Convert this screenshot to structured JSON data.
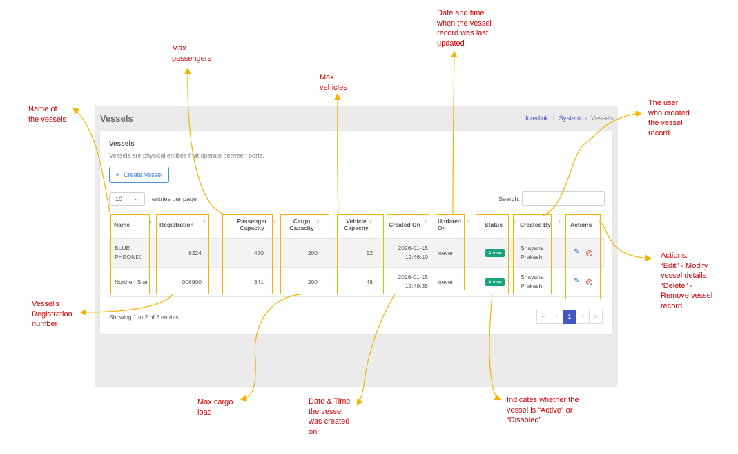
{
  "app": {
    "page_title": "Vessels",
    "breadcrumb": [
      "Interlink",
      "System",
      "Vessels"
    ],
    "card_title": "Vessels",
    "card_description": "Vessels are physical entities that operate between ports.",
    "create_button": "Create Vessel",
    "entries_value": "10",
    "entries_label": "entries per page",
    "search_label": "Search:",
    "search_value": "",
    "columns": [
      "Name",
      "Registration",
      "Passenger Capacity",
      "Cargo Capacity",
      "Vehicle Capacity",
      "Created On",
      "Updated On",
      "Status",
      "Created By",
      "Actions"
    ],
    "rows": [
      {
        "name": "BLUE PHEONIX",
        "registration": "8324",
        "passenger_capacity": "450",
        "cargo_capacity": "200",
        "vehicle_capacity": "12",
        "created_on_date": "2026-01-15",
        "created_on_time": "12:46:10",
        "updated_on": "never",
        "status": "Active",
        "created_by": "Shayana Prakash"
      },
      {
        "name": "Northen Star",
        "registration": "006900",
        "passenger_capacity": "341",
        "cargo_capacity": "200",
        "vehicle_capacity": "48",
        "created_on_date": "2026-01-15",
        "created_on_time": "12:49:35",
        "updated_on": "never",
        "status": "Active",
        "created_by": "Shayana Prakash"
      }
    ],
    "showing_text": "Showing 1 to 2 of 2 entries",
    "pagination": [
      "«",
      "‹",
      "1",
      "›",
      "»"
    ],
    "current_page": "1"
  },
  "annotations": {
    "name": "Name of the vessels",
    "passengers": "Max passengers",
    "vehicles": "Max vehicles",
    "updated": "Date and time when the vessel record was last updated",
    "created_by": "The user who created the vessel record",
    "actions_l1": "Actions:",
    "actions_l2": "“Edit” - Modify vessel details",
    "actions_l3": "“Delete” - Remove vessel record",
    "registration": "Vessel’s Registration number",
    "cargo": "Max cargo load",
    "created_on": "Date & Time the vessel was created on",
    "status": "Indicates whether the vessel is “Active” or “Disabled”"
  },
  "colors": {
    "accent": "#4357c4",
    "status_active": "#1aa37a",
    "annotation_text": "#d40000",
    "annotation_line": "#f2b400",
    "delete": "#e04444"
  },
  "icons": {
    "create": "plus-icon",
    "sort": "sort-icon",
    "edit": "pencil-icon",
    "delete": "circle-x-icon",
    "select": "chevron-down-icon"
  }
}
